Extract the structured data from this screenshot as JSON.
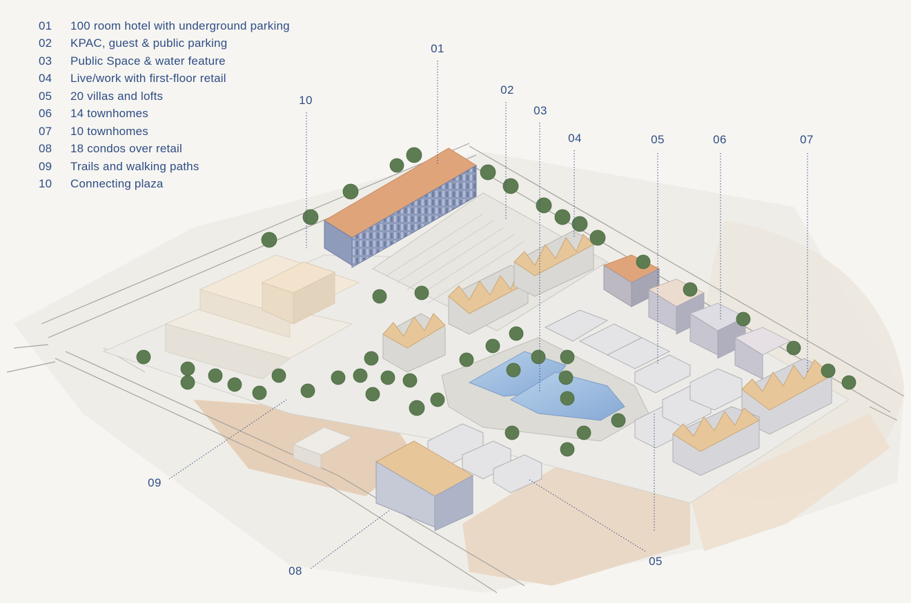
{
  "legend": {
    "items": [
      {
        "number": "01",
        "label": "100 room hotel with underground parking"
      },
      {
        "number": "02",
        "label": "KPAC, guest & public parking"
      },
      {
        "number": "03",
        "label": "Public Space & water feature"
      },
      {
        "number": "04",
        "label": "Live/work with first-floor retail"
      },
      {
        "number": "05",
        "label": "20 villas and lofts"
      },
      {
        "number": "06",
        "label": "14 townhomes"
      },
      {
        "number": "07",
        "label": "10 townhomes"
      },
      {
        "number": "08",
        "label": "18 condos over retail"
      },
      {
        "number": "09",
        "label": "Trails and walking paths"
      },
      {
        "number": "10",
        "label": "Connecting plaza"
      }
    ]
  },
  "callouts": {
    "c01": "01",
    "c02": "02",
    "c03": "03",
    "c04": "04",
    "c05a": "05",
    "c06": "06",
    "c07": "07",
    "c10": "10",
    "c09": "09",
    "c08": "08",
    "c05b": "05"
  },
  "colors": {
    "text": "#2f4d86",
    "roof_orange": "#e0a47a",
    "roof_tan": "#e7c79a",
    "facade_blue": "#8f9bbb",
    "water": "#9fbfe0",
    "tree": "#5d7c52",
    "ground_tan": "#e6cfb8"
  }
}
